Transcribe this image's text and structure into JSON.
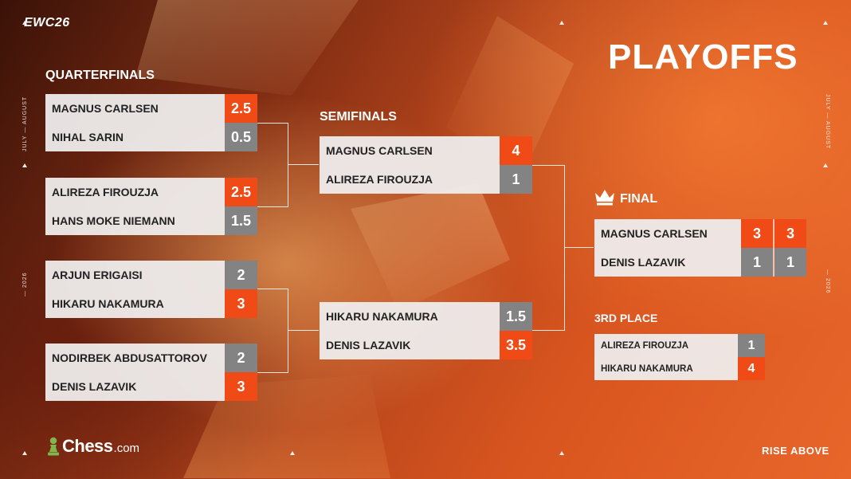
{
  "brand": "EWC26",
  "title": "PLAYOFFS",
  "side_labels": {
    "months": "JULY — AUGUST",
    "year": "— 2026"
  },
  "sections": {
    "quarterfinals": "QUARTERFINALS",
    "semifinals": "SEMIFINALS",
    "final": "FINAL",
    "third_place": "3RD PLACE"
  },
  "icons": {
    "crown": "crown-icon",
    "logo": "pawn-icon",
    "marker": "triangle-marker-icon"
  },
  "colors": {
    "win": "#f04a16",
    "lose": "#838383",
    "name_bg": "#eeeceC"
  },
  "quarterfinals": [
    {
      "players": [
        {
          "name": "MAGNUS CARLSEN",
          "score": "2.5",
          "winner": true
        },
        {
          "name": "NIHAL SARIN",
          "score": "0.5",
          "winner": false
        }
      ]
    },
    {
      "players": [
        {
          "name": "ALIREZA FIROUZJA",
          "score": "2.5",
          "winner": true
        },
        {
          "name": "HANS MOKE NIEMANN",
          "score": "1.5",
          "winner": false
        }
      ]
    },
    {
      "players": [
        {
          "name": "ARJUN ERIGAISI",
          "score": "2",
          "winner": false
        },
        {
          "name": "HIKARU NAKAMURA",
          "score": "3",
          "winner": true
        }
      ]
    },
    {
      "players": [
        {
          "name": "NODIRBEK ABDUSATTOROV",
          "score": "2",
          "winner": false
        },
        {
          "name": "DENIS LAZAVIK",
          "score": "3",
          "winner": true
        }
      ]
    }
  ],
  "semifinals": [
    {
      "players": [
        {
          "name": "MAGNUS CARLSEN",
          "score": "4",
          "winner": true
        },
        {
          "name": "ALIREZA FIROUZJA",
          "score": "1",
          "winner": false
        }
      ]
    },
    {
      "players": [
        {
          "name": "HIKARU NAKAMURA",
          "score": "1.5",
          "winner": false
        },
        {
          "name": "DENIS LAZAVIK",
          "score": "3.5",
          "winner": true
        }
      ]
    }
  ],
  "final": {
    "players": [
      {
        "name": "MAGNUS CARLSEN",
        "scores": [
          "3",
          "3"
        ],
        "winner": true
      },
      {
        "name": "DENIS LAZAVIK",
        "scores": [
          "1",
          "1"
        ],
        "winner": false
      }
    ]
  },
  "third_place": {
    "players": [
      {
        "name": "ALIREZA FIROUZJA",
        "score": "1",
        "winner": false
      },
      {
        "name": "HIKARU NAKAMURA",
        "score": "4",
        "winner": true
      }
    ]
  },
  "footer": {
    "logo_brand": "Chess",
    "logo_suffix": ".com",
    "tagline": "RISE ABOVE"
  }
}
